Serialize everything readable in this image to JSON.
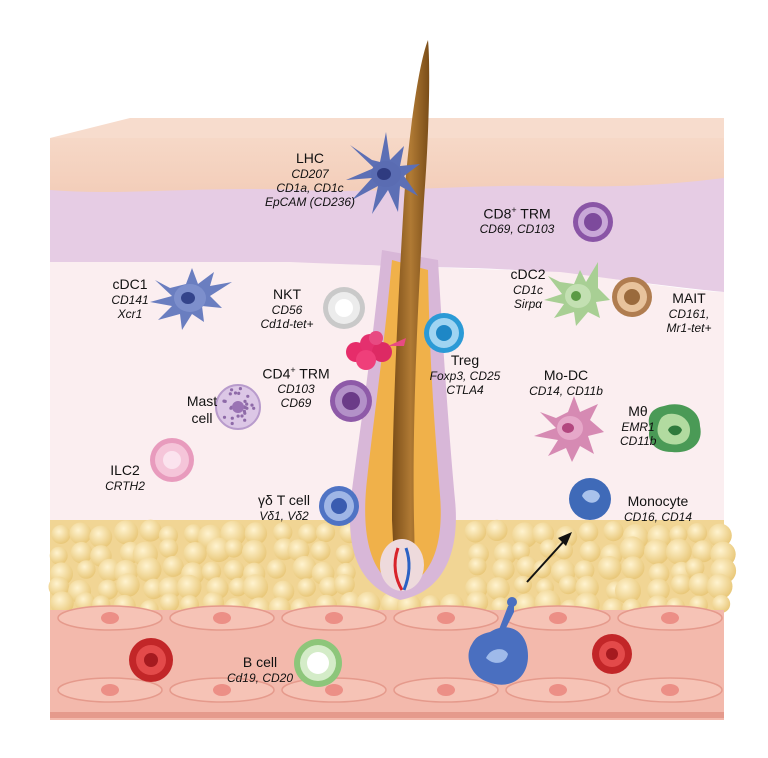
{
  "cells": [
    {
      "id": "lhc",
      "title": "LHC",
      "markers": [
        "CD207",
        "CD1a, CD1c",
        "EpCAM (CD236)"
      ]
    },
    {
      "id": "cd8",
      "title": "CD8",
      "sup": "+",
      "title_suffix": " TRM",
      "markers": [
        "CD69, CD103"
      ]
    },
    {
      "id": "cdc1",
      "title": "cDC1",
      "markers": [
        "CD141",
        "Xcr1"
      ]
    },
    {
      "id": "nkt",
      "title": "NKT",
      "markers": [
        "CD56",
        "Cd1d-tet+"
      ]
    },
    {
      "id": "cdc2",
      "title": "cDC2",
      "markers": [
        "CD1c",
        "Sirpα"
      ]
    },
    {
      "id": "mait",
      "title": "MAIT",
      "markers": [
        "CD161,",
        "Mr1-tet+"
      ]
    },
    {
      "id": "cd4",
      "title": "CD4",
      "sup": "+",
      "title_suffix": " TRM",
      "markers": [
        "CD103",
        "CD69"
      ]
    },
    {
      "id": "treg",
      "title": "Treg",
      "markers": [
        "Foxp3, CD25",
        "CTLA4"
      ]
    },
    {
      "id": "modc",
      "title": "Mo-DC",
      "markers": [
        "CD14, CD11b"
      ]
    },
    {
      "id": "mast",
      "title": "Mast",
      "title2": "cell",
      "markers": []
    },
    {
      "id": "mtheta",
      "title": "Mθ",
      "markers": [
        "EMR1",
        "CD11b"
      ]
    },
    {
      "id": "ilc2",
      "title": "ILC2",
      "markers": [
        "CRTH2"
      ]
    },
    {
      "id": "gd",
      "title": "γδ T cell",
      "markers": [
        "Vδ1, Vδ2"
      ]
    },
    {
      "id": "mono",
      "title": "Monocyte",
      "markers": [
        "CD16, CD14"
      ]
    },
    {
      "id": "bcell",
      "title": "B cell",
      "markers": [
        "Cd19, CD20"
      ]
    }
  ],
  "colors": {
    "epidermis": "#f3c9b4",
    "basal": "#e3c8e2",
    "dermis": "#fbeef0",
    "fat": "#f3dca0",
    "vessel": "#f1b3a6",
    "hair": "#9b6a2a"
  }
}
